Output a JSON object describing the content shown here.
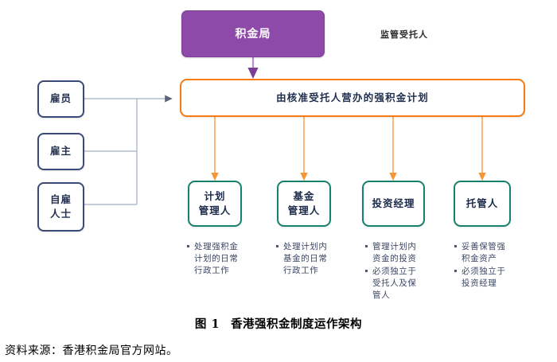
{
  "figure": {
    "caption_label": "图 1",
    "caption_title": "香港强积金制度运作架构",
    "source": "资料来源：香港积金局官方网站。"
  },
  "colors": {
    "authority_purple": "#8d4aa8",
    "stakeholder_navy": "#3b4a79",
    "scheme_orange": "#f57c12",
    "role_green": "#15806c",
    "bullet_text": "#3d4766"
  },
  "diagram": {
    "authority": {
      "label": "积金局"
    },
    "annotation": {
      "label": "监管受托人"
    },
    "scheme": {
      "label": "由核准受托人营办的强积金计划"
    },
    "stakeholders": [
      {
        "label": "雇员",
        "lines": [
          "雇员"
        ]
      },
      {
        "label": "雇主",
        "lines": [
          "雇主"
        ]
      },
      {
        "label": "自雇人士",
        "lines": [
          "自雇",
          "人士"
        ]
      }
    ],
    "roles": [
      {
        "label": "计划管理人",
        "lines": [
          "计划",
          "管理人"
        ],
        "bullets": [
          [
            "处理强积金",
            "计划的日常",
            "行政工作"
          ]
        ]
      },
      {
        "label": "基金管理人",
        "lines": [
          "基金",
          "管理人"
        ],
        "bullets": [
          [
            "处理计划内",
            "基金的日常",
            "行政工作"
          ]
        ]
      },
      {
        "label": "投资经理",
        "lines": [
          "投资经理"
        ],
        "bullets": [
          [
            "管理计划内",
            "资金的投资"
          ],
          [
            "必须独立于",
            "受托人及保",
            "管人"
          ]
        ]
      },
      {
        "label": "托管人",
        "lines": [
          "托管人"
        ],
        "bullets": [
          [
            "妥善保管强",
            "积金资产"
          ],
          [
            "必须独立于",
            "投资经理"
          ]
        ]
      }
    ]
  }
}
